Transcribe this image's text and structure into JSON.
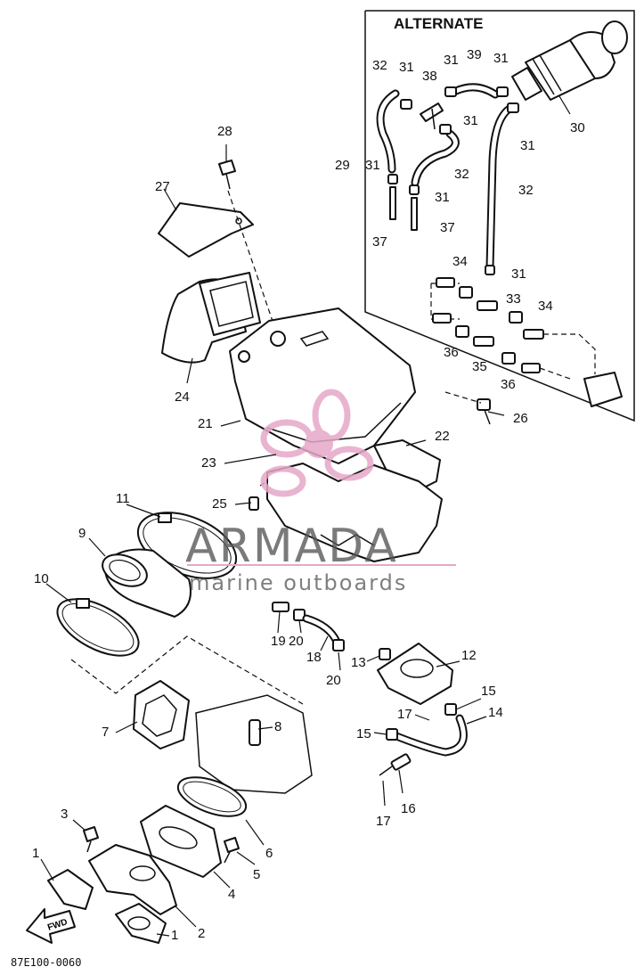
{
  "alternate_box": {
    "title": "ALTERNATE"
  },
  "callouts": {
    "c1a": "1",
    "c1b": "1",
    "c2": "2",
    "c3": "3",
    "c4": "4",
    "c5": "5",
    "c6": "6",
    "c7": "7",
    "c8": "8",
    "c9": "9",
    "c10": "10",
    "c11": "11",
    "c12": "12",
    "c13": "13",
    "c14": "14",
    "c15a": "15",
    "c15b": "15",
    "c16": "16",
    "c17a": "17",
    "c17b": "17",
    "c18": "18",
    "c19": "19",
    "c20a": "20",
    "c20b": "20",
    "c21": "21",
    "c22": "22",
    "c23": "23",
    "c24": "24",
    "c25": "25",
    "c26": "26",
    "c27": "27",
    "c28": "28",
    "c29": "29",
    "c30": "30",
    "c31a": "31",
    "c31b": "31",
    "c31c": "31",
    "c31d": "31",
    "c31e": "31",
    "c31f": "31",
    "c31g": "31",
    "c31h": "31",
    "c32a": "32",
    "c32b": "32",
    "c32c": "32",
    "c33": "33",
    "c34a": "34",
    "c34b": "34",
    "c35": "35",
    "c36a": "36",
    "c36b": "36",
    "c37a": "37",
    "c37b": "37",
    "c38": "38",
    "c39": "39"
  },
  "fwd_label": "FWD",
  "figure_code": "87E100-0060",
  "watermark": {
    "main": "ARMADA",
    "sub": "marine outboards",
    "colors": {
      "logo": "#e6a8c8",
      "text": "#555555"
    }
  }
}
